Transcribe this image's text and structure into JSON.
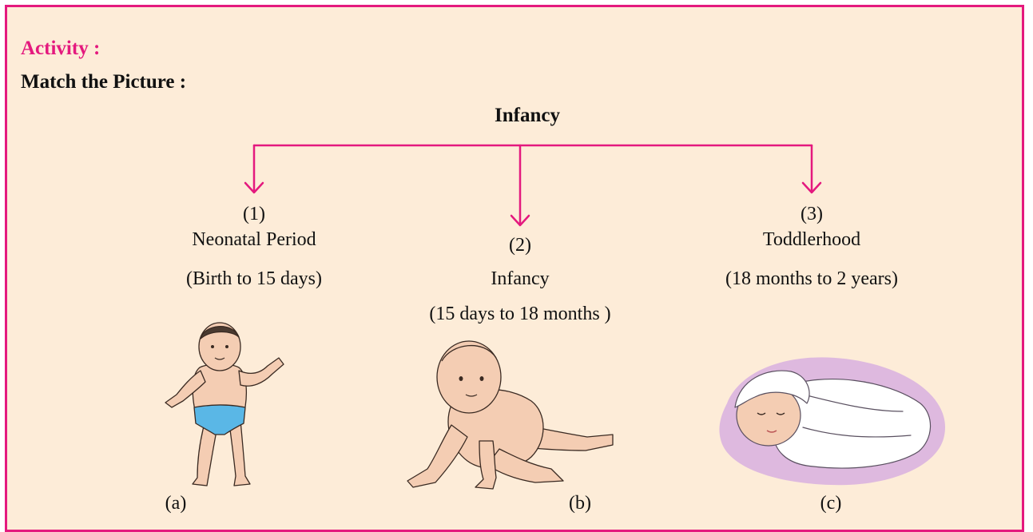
{
  "activity": {
    "label": "Activity :",
    "instruction": "Match the Picture :"
  },
  "diagram": {
    "root": "Infancy",
    "stages": [
      {
        "number": "(1)",
        "name": "Neonatal Period",
        "range": "(Birth to 15 days)"
      },
      {
        "number": "(2)",
        "name": "Infancy",
        "range": "(15 days to 18 months )"
      },
      {
        "number": "(3)",
        "name": "Toddlerhood",
        "range": "(18 months to 2 years)"
      }
    ]
  },
  "pictures": [
    {
      "label": "(a)"
    },
    {
      "label": "(b)"
    },
    {
      "label": "(c)"
    }
  ],
  "colors": {
    "accent": "#e4197e",
    "background": "#fdecd8"
  }
}
